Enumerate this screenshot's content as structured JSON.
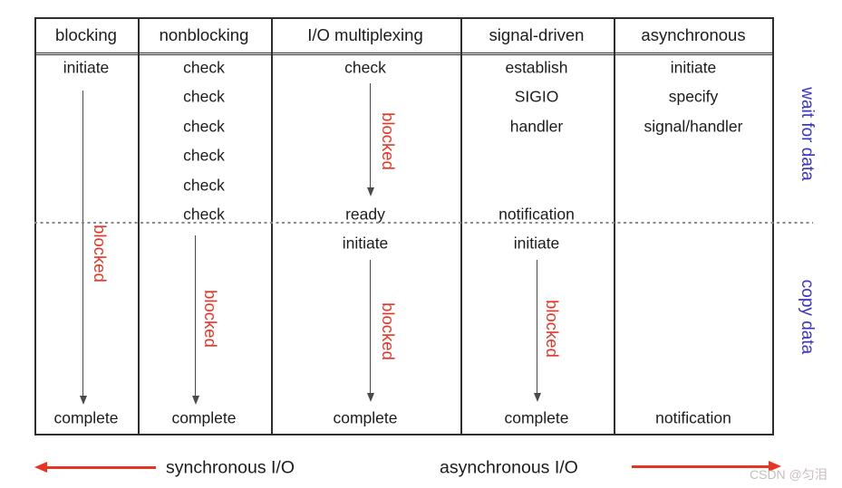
{
  "table": {
    "headers": [
      "blocking",
      "nonblocking",
      "I/O multiplexing",
      "signal-driven",
      "asynchronous"
    ],
    "columns": {
      "blocking": {
        "top": "initiate",
        "blocked": "blocked",
        "bottom": "complete"
      },
      "nonblocking": {
        "checks": [
          "check",
          "check",
          "check",
          "check",
          "check",
          "check"
        ],
        "blocked": "blocked",
        "bottom": "complete"
      },
      "multiplexing": {
        "top": "check",
        "blocked_wait": "blocked",
        "ready": "ready",
        "initiate": "initiate",
        "blocked_copy": "blocked",
        "bottom": "complete"
      },
      "signal_driven": {
        "lines": [
          "establish",
          "SIGIO",
          "handler"
        ],
        "notification": "notification",
        "initiate": "initiate",
        "blocked": "blocked",
        "bottom": "complete"
      },
      "asynchronous": {
        "lines": [
          "initiate",
          "specify",
          "signal/handler"
        ],
        "bottom": "notification"
      }
    }
  },
  "phase_labels": {
    "wait": "wait for data",
    "copy": "copy data"
  },
  "footer": {
    "sync": "synchronous I/O",
    "async": "asynchronous I/O"
  },
  "watermark": "CSDN @匀泪",
  "colors": {
    "blocked_red": "#e83425",
    "arrow_red": "#e83425",
    "phase_blue": "#3a35c9",
    "border_dark": "#2e2e2e",
    "watermark_gray": "#c8bdbd"
  }
}
